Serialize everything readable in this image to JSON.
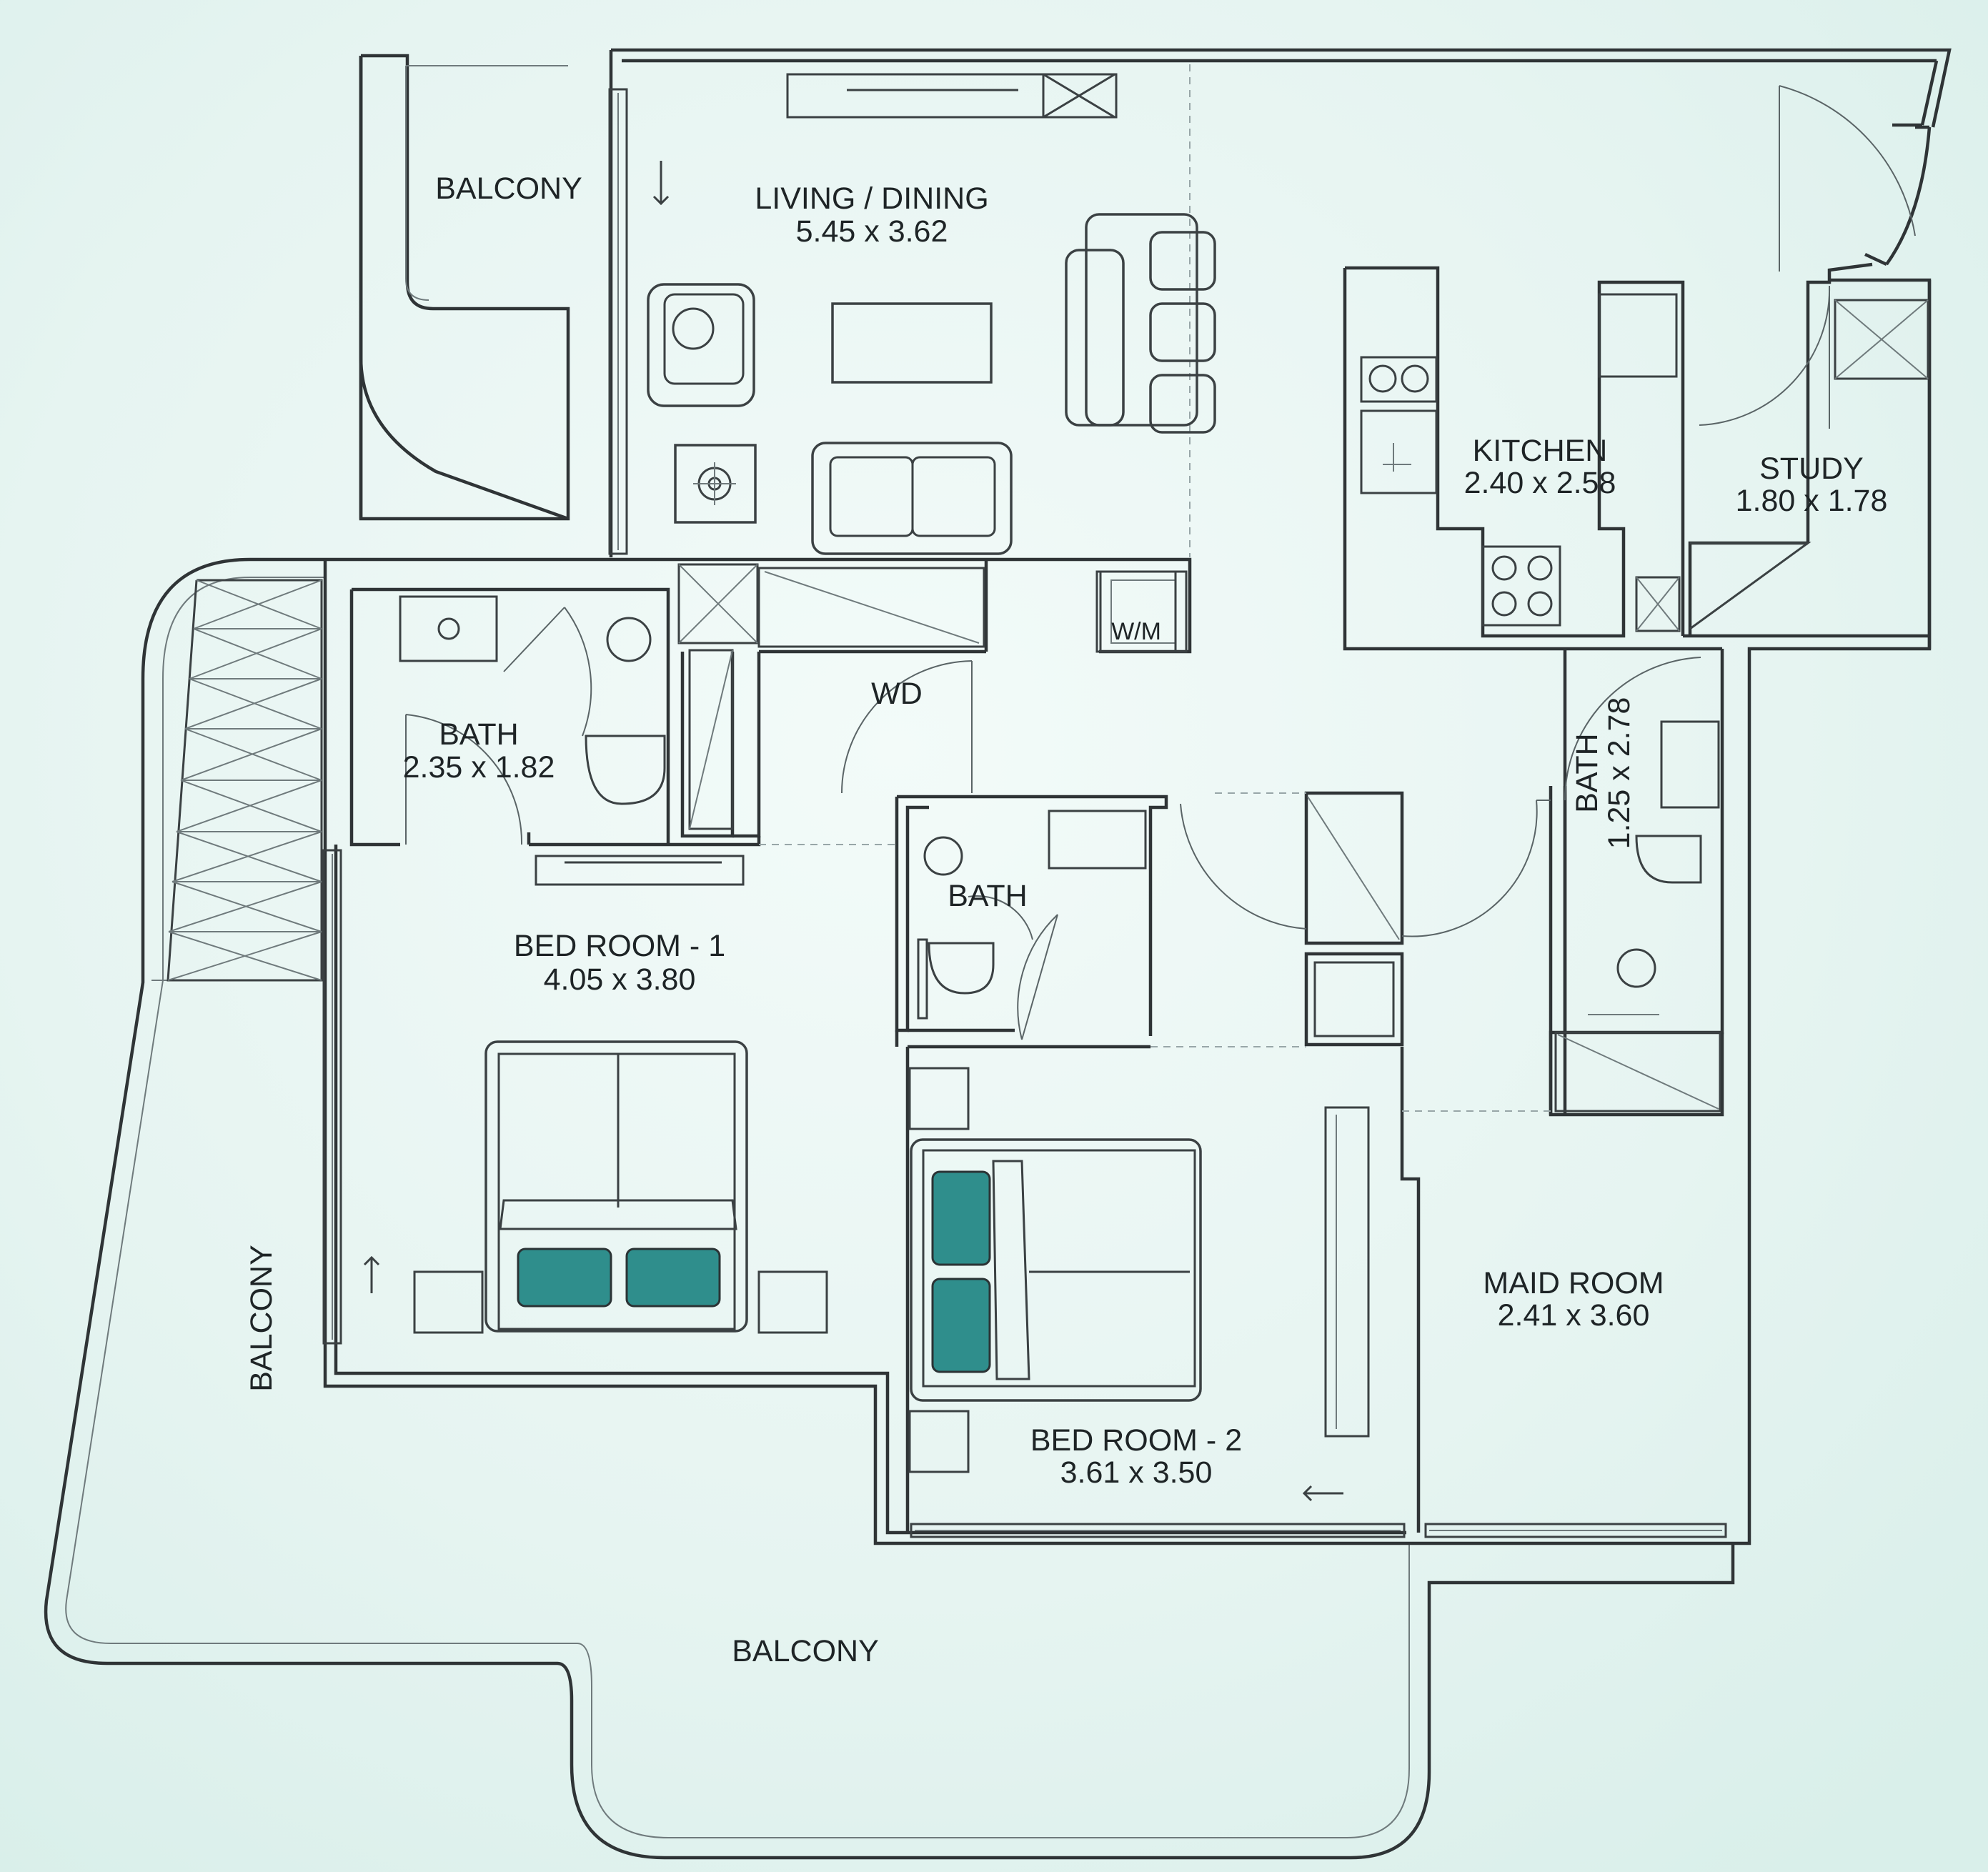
{
  "rooms": {
    "balcony_top": {
      "name": "BALCONY"
    },
    "living": {
      "name": "LIVING / DINING",
      "size": "5.45 x 3.62"
    },
    "kitchen": {
      "name": "KITCHEN",
      "size": "2.40 x 2.58"
    },
    "study": {
      "name": "STUDY",
      "size": "1.80 x 1.78"
    },
    "bath1": {
      "name": "BATH",
      "size": "2.35 x 1.82"
    },
    "wd": {
      "name": "WD"
    },
    "wm": {
      "name": "W/M"
    },
    "bath2": {
      "name": "BATH"
    },
    "bath3": {
      "name": "BATH",
      "size": "1.25 x 2.78"
    },
    "bed1": {
      "name": "BED ROOM - 1",
      "size": "4.05 x 3.80"
    },
    "bed2": {
      "name": "BED ROOM - 2",
      "size": "3.61 x 3.50"
    },
    "maid": {
      "name": "MAID ROOM",
      "size": "2.41 x 3.60"
    },
    "balcony_left": {
      "name": "BALCONY"
    },
    "balcony_bottom": {
      "name": "BALCONY"
    }
  },
  "colors": {
    "background": "#eaf6f3",
    "walls": "#2f3436",
    "pillows": "#2f8e8c"
  }
}
